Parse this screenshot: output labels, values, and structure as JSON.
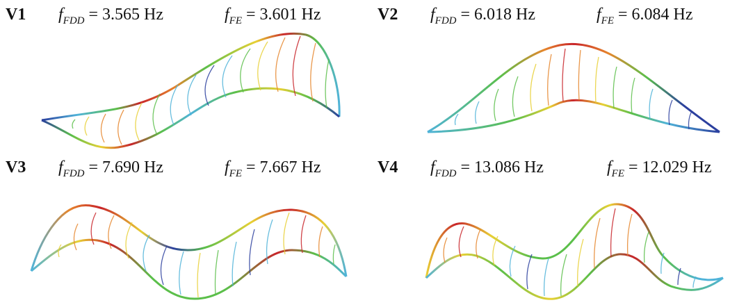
{
  "modes": [
    {
      "label": "V1",
      "f_fdd": "= 3.565 Hz",
      "f_fe": "= 3.601 Hz"
    },
    {
      "label": "V2",
      "f_fdd": "= 6.018 Hz",
      "f_fe": "= 6.084 Hz"
    },
    {
      "label": "V3",
      "f_fdd": "= 7.690 Hz",
      "f_fe": "= 7.667 Hz"
    },
    {
      "label": "V4",
      "f_fdd": "= 13.086 Hz",
      "f_fe": "= 12.029 Hz"
    }
  ],
  "symbols": {
    "f": "f",
    "fdd_sub": "FDD",
    "fe_sub": "FE"
  },
  "colors": {
    "blue": "#2b3f9e",
    "cyan": "#4fb3d9",
    "green": "#5bbf4a",
    "yellow": "#e8d034",
    "orange": "#e6862c",
    "red": "#c8242a"
  }
}
